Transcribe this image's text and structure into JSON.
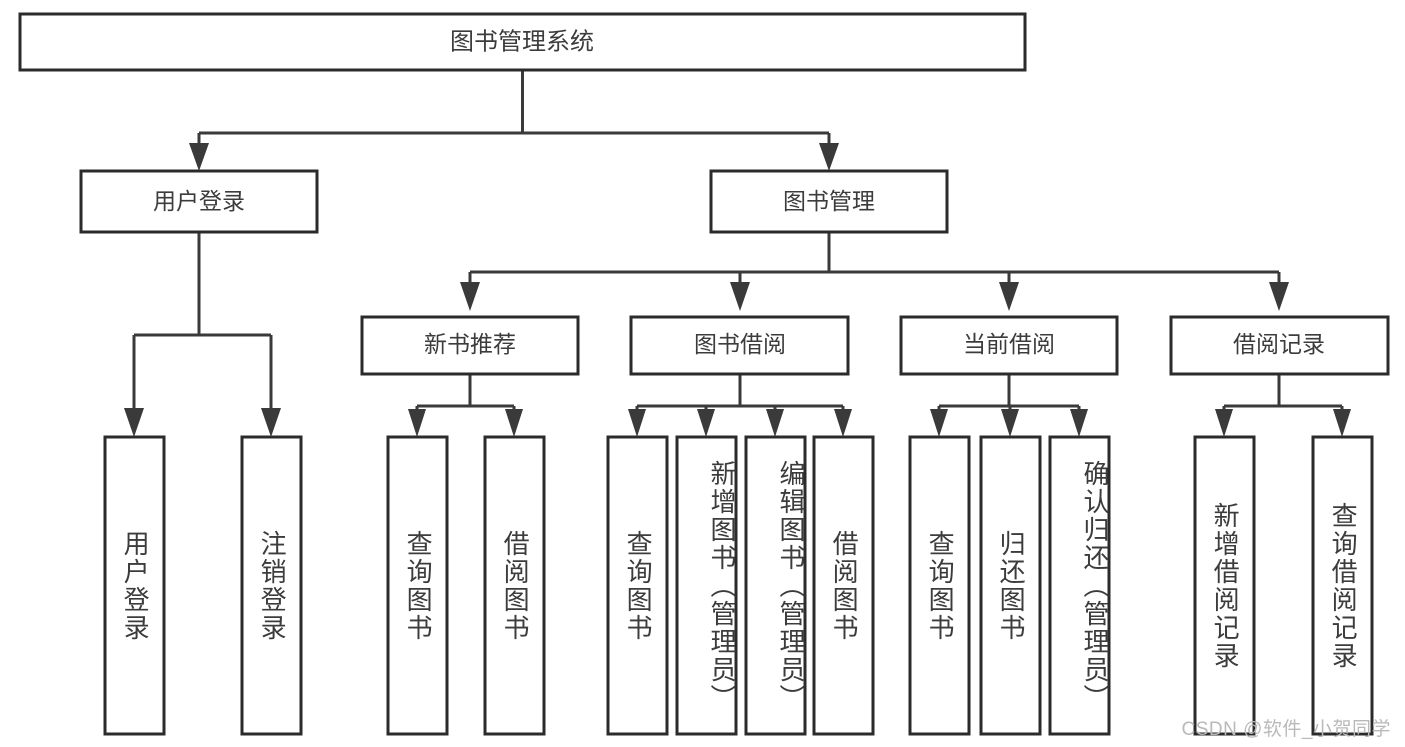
{
  "diagram": {
    "type": "tree",
    "title": "图书管理系统",
    "watermark": "CSDN @软件_小贺同学",
    "colors": {
      "box_stroke": "#2b2b2b",
      "connector": "#3a3a3a",
      "text": "#3c3c3c",
      "background": "#ffffff",
      "watermark": "#b9b9b9"
    },
    "levels": {
      "root": {
        "label": "图书管理系统"
      },
      "level2": [
        {
          "label": "用户登录"
        },
        {
          "label": "图书管理"
        }
      ],
      "level3": [
        {
          "label": "新书推荐"
        },
        {
          "label": "图书借阅"
        },
        {
          "label": "当前借阅"
        },
        {
          "label": "借阅记录"
        }
      ],
      "leaves": [
        {
          "label": "用户登录",
          "parent": "用户登录"
        },
        {
          "label": "注销登录",
          "parent": "用户登录"
        },
        {
          "label": "查询图书",
          "parent": "新书推荐"
        },
        {
          "label": "借阅图书",
          "parent": "新书推荐"
        },
        {
          "label": "查询图书",
          "parent": "图书借阅"
        },
        {
          "label": "新增图书（管理员）",
          "parent": "图书借阅"
        },
        {
          "label": "编辑图书（管理员）",
          "parent": "图书借阅"
        },
        {
          "label": "借阅图书",
          "parent": "图书借阅"
        },
        {
          "label": "查询图书",
          "parent": "当前借阅"
        },
        {
          "label": "归还图书",
          "parent": "当前借阅"
        },
        {
          "label": "确认归还（管理员）",
          "parent": "当前借阅"
        },
        {
          "label": "新增借阅记录",
          "parent": "借阅记录"
        },
        {
          "label": "查询借阅记录",
          "parent": "借阅记录"
        }
      ]
    }
  }
}
